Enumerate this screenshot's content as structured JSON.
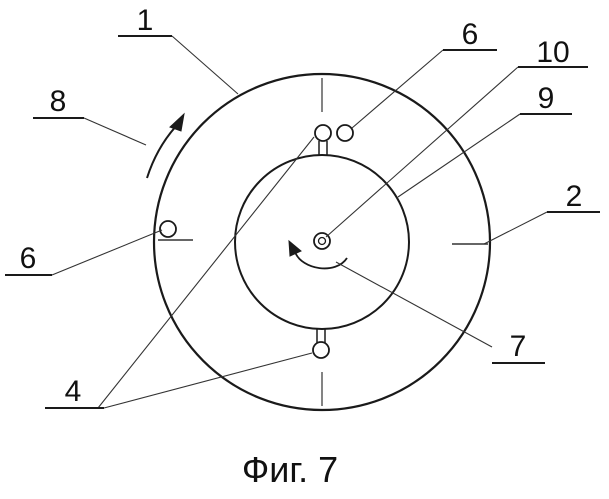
{
  "caption": "Фиг. 7",
  "labels": {
    "outer_disc": "1",
    "right_mark": "2",
    "pins": "4",
    "top_ball": "6",
    "left_ball": "6",
    "inner_rotation": "7",
    "outer_rotation": "8",
    "inner_disc": "9",
    "center_axis": "10"
  }
}
